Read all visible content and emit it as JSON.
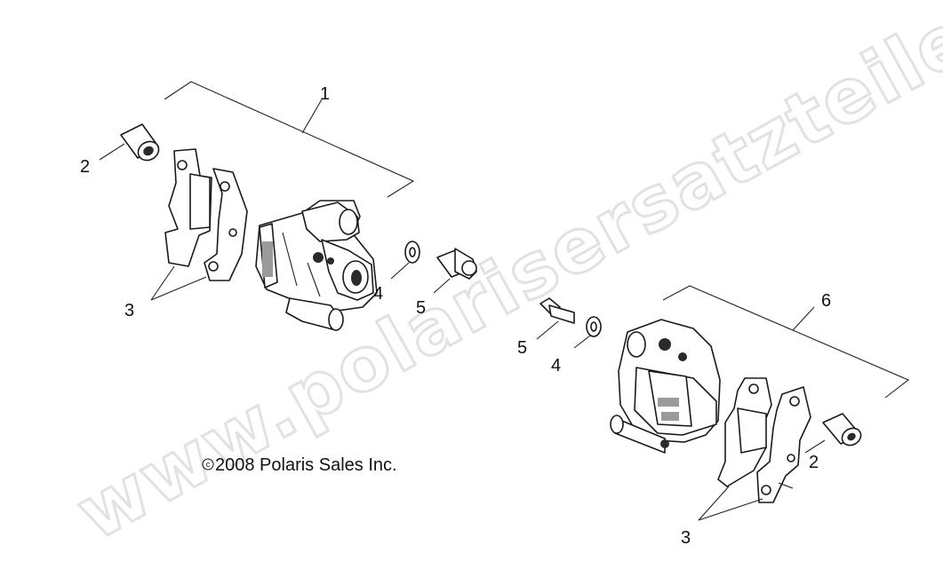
{
  "watermark": {
    "text": "www.polarisersatzteile.de",
    "color": "#e2e2e2"
  },
  "copyright": {
    "symbol": "c",
    "text": "2008 Polaris Sales Inc."
  },
  "callouts": {
    "left_assembly": "1",
    "left_sleeve": "2",
    "left_pads": "3",
    "left_washer": "4",
    "left_bolt": "5",
    "right_bolt": "5",
    "right_washer": "4",
    "right_assembly": "6",
    "right_sleeve": "2",
    "right_pads": "3"
  }
}
